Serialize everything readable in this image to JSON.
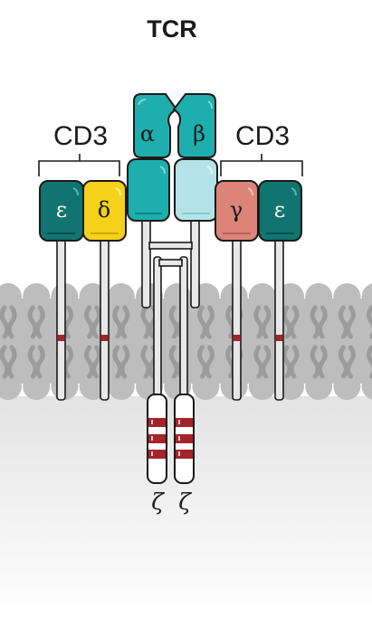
{
  "title": "TCR",
  "cd3_left_label": "CD3",
  "cd3_right_label": "CD3",
  "subunits": {
    "epsilon_left": "ε",
    "delta": "δ",
    "alpha": "α",
    "beta": "β",
    "gamma": "γ",
    "epsilon_right": "ε",
    "zeta_left": "ζ",
    "zeta_right": "ζ"
  },
  "colors": {
    "epsilon": "#127470",
    "delta": "#f5d11b",
    "alpha": "#1eaeae",
    "beta_const": "#b4e3e7",
    "gamma": "#dc8478",
    "itam": "#a3252b",
    "membrane": "#bdbdbd",
    "outline": "#1a1a1a"
  }
}
